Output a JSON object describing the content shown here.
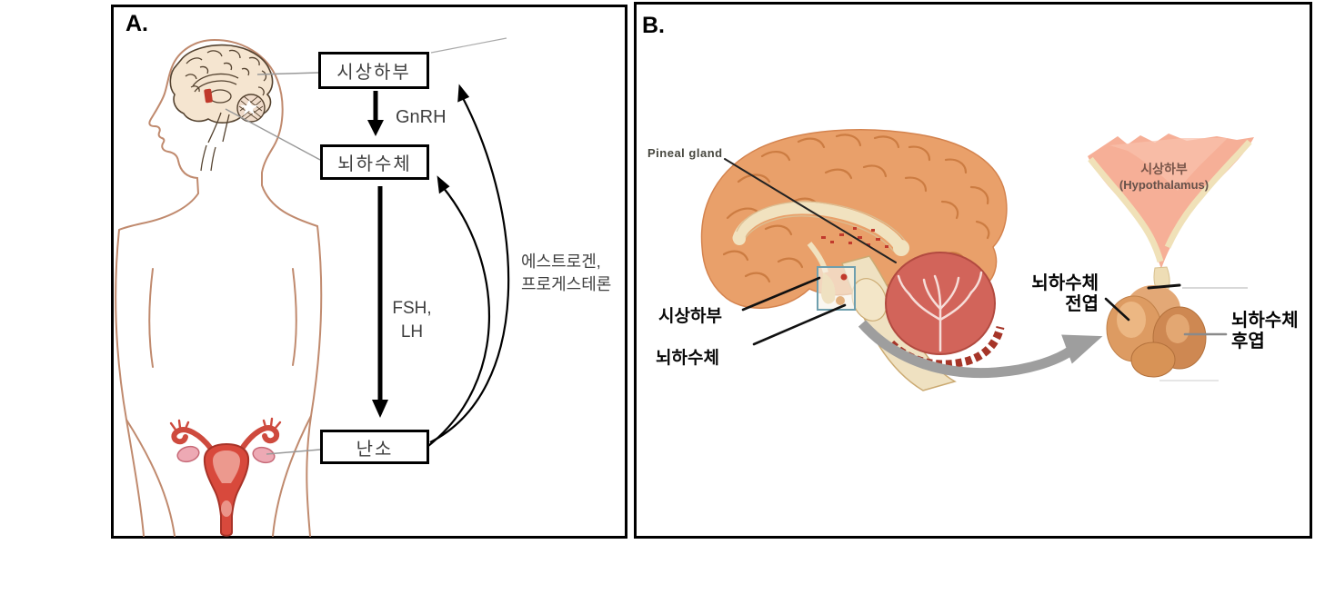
{
  "panel_a": {
    "label": "A.",
    "boxes": {
      "hypothalamus": "시상하부",
      "pituitary": "뇌하수체",
      "ovary": "난소"
    },
    "arrows": {
      "gnrh": "GnRH",
      "fsh_line1": "FSH,",
      "fsh_line2": "LH",
      "feedback_line1": "에스트로겐,",
      "feedback_line2": "프로게스테론"
    }
  },
  "panel_b": {
    "label": "B.",
    "callouts": {
      "pineal": "Pineal gland",
      "hypothalamus": "시상하부",
      "pituitary": "뇌하수체"
    },
    "inset": {
      "hypothalamus_kr": "시상하부",
      "hypothalamus_en": "(Hypothalamus)",
      "anterior_line1": "뇌하수체",
      "anterior_line2": "전엽",
      "posterior_line1": "뇌하수체",
      "posterior_line2": "후엽"
    }
  },
  "colors": {
    "body_outline": "#C08A6E",
    "uterus_red": "#D8493C",
    "ovary_pink": "#EDA9B4",
    "brain_cream": "#F5E5D0",
    "cortex_orange": "#E9A06A",
    "corpus_callosum": "#F1E2BF",
    "cerebellum_red": "#D2645A",
    "hypothalamus_salmon": "#F6AF97",
    "pituitary_tan": "#DD9B62",
    "arrow_gray": "#9E9E9E",
    "box_border": "#000000"
  }
}
